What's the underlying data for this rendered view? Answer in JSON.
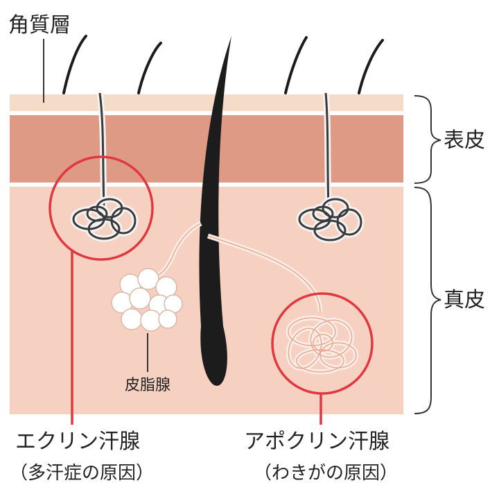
{
  "labels": {
    "stratum_corneum": "角質層",
    "epidermis": "表皮",
    "dermis": "真皮",
    "sebaceous_gland": "皮脂腺",
    "eccrine_gland": "エクリン汗腺",
    "eccrine_note": "（多汗症の原因）",
    "apocrine_gland": "アポクリン汗腺",
    "apocrine_note": "（わきがの原因）"
  },
  "colors": {
    "stratum_corneum": "#f4dcc8",
    "epidermis": "#df9a85",
    "dermis": "#f6d0c0",
    "highlight_circle": "#e0383e",
    "hair": "#1c1c1c",
    "gland_coil": "#3a3a3a",
    "leader_line": "#333333"
  }
}
